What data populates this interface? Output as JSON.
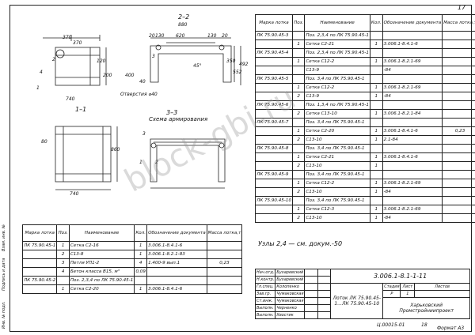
{
  "page_number": "17",
  "drawing_labels": {
    "section_22": "2–2",
    "section_11": "1–1",
    "section_33": "3–3",
    "reinforcement_scheme": "Схема армирования"
  },
  "dims": [
    "370",
    "370",
    "880",
    "620",
    "130",
    "130",
    "20",
    "20",
    "492",
    "552",
    "120",
    "200",
    "350",
    "40",
    "400",
    "45°",
    "740",
    "860",
    "80",
    "740",
    "2",
    "4",
    "1",
    "3",
    "1",
    "2",
    "3"
  ],
  "embed_note": "Отверстия ⌀40",
  "nodes_note": "Узлы 2,4 — см. докум.-50",
  "right_table": {
    "headers": [
      "Марка лотка",
      "Поз.",
      "Наименование",
      "Кол.",
      "Обозначение документа",
      "Масса лотка,т"
    ],
    "rows": [
      [
        "ЛК 75.90.45-3",
        "",
        "Поз. 2,3,4 по ЛК 75.90.45-1",
        "",
        "",
        ""
      ],
      [
        "",
        "1",
        "Сетка С2-21",
        "1",
        "3.006.1-8.4.1-6",
        ""
      ],
      [
        "ЛК 75.90.45-4",
        "",
        "Поз. 2,3,4 по ЛК 75.90.45-1",
        "",
        "",
        ""
      ],
      [
        "",
        "1",
        "Сетка С12-2",
        "1",
        "3.006.1-8.2.1-69",
        ""
      ],
      [
        "",
        "",
        "С13-9",
        "",
        "-84",
        ""
      ],
      [
        "ЛК 75.90.45-5",
        "",
        "Поз. 3,4 по ЛК 75.90.45-1",
        "",
        "",
        ""
      ],
      [
        "",
        "1",
        "Сетка С12-2",
        "1",
        "3.006.1-8.2.1-69",
        ""
      ],
      [
        "",
        "2",
        "С13-9",
        "1",
        "-84",
        ""
      ],
      [
        "ЛК 75.90.45-6",
        "",
        "Поз. 1,3,4 по ЛК 75.90.45-1",
        "",
        "",
        ""
      ],
      [
        "",
        "2",
        "Сетка С13-10",
        "1",
        "3.006.1-8.2.1-84",
        ""
      ],
      [
        "ЛК 75.90.45-7",
        "",
        "Поз. 3,4 по ЛК 75.90.45-1",
        "",
        "",
        ""
      ],
      [
        "",
        "1",
        "Сетка С2-20",
        "1",
        "3.006.1-8.4.1-6",
        "0,23"
      ],
      [
        "",
        "2",
        "С13-10",
        "1",
        "2.1-84",
        ""
      ],
      [
        "ЛК 75.90.45-8",
        "",
        "Поз. 3,4 по ЛК 75.90.45-1",
        "",
        "",
        ""
      ],
      [
        "",
        "1",
        "Сетка С2-21",
        "1",
        "3.006.1-8.4.1-6",
        ""
      ],
      [
        "",
        "2",
        "С13-10",
        "1",
        "",
        ""
      ],
      [
        "ЛК 75.90.45-9",
        "",
        "Поз. 3,4 по ЛК 75.90.45-1",
        "",
        "",
        ""
      ],
      [
        "",
        "1",
        "Сетка С12-2",
        "1",
        "3.006.1-8.2.1-69",
        ""
      ],
      [
        "",
        "2",
        "С13-10",
        "1",
        "-84",
        ""
      ],
      [
        "ЛК 75.90.45-10",
        "",
        "Поз. 3,4 по ЛК 75.90.45-1",
        "",
        "",
        ""
      ],
      [
        "",
        "1",
        "Сетка С12-3",
        "1",
        "3.006.1-8.2.1-69",
        ""
      ],
      [
        "",
        "2",
        "С13-10",
        "1",
        "-84",
        ""
      ]
    ]
  },
  "left_table": {
    "headers": [
      "Марка лотка",
      "Поз.",
      "Наименование",
      "Кол.",
      "Обозначение документа",
      "Масса лотка,т"
    ],
    "rows": [
      [
        "ЛК 75.90.45-1",
        "1",
        "Сетка С2-16",
        "1",
        "3.006.1-8.4.1-6",
        ""
      ],
      [
        "",
        "2",
        "С13-8",
        "1",
        "3.006.1-8.2.1-83",
        ""
      ],
      [
        "",
        "3",
        "Петля УП1-2",
        "4",
        "1.400-9 вып.1",
        "0,23"
      ],
      [
        "",
        "4",
        "Бетон класса В15, м³",
        "0,09",
        "",
        ""
      ],
      [
        "ЛК 75.90.45-2",
        "",
        "Поз. 2,3,4 по ЛК 75.90.45-1",
        "",
        "",
        ""
      ],
      [
        "",
        "1",
        "Сетка С2-20",
        "1",
        "3.006.1-8.4.1-6",
        ""
      ]
    ]
  },
  "stamp": {
    "code": "3.006.1-8.1-1-11",
    "title": "Лоток ЛК 75.90.45-1...ЛК 75.90.45-10",
    "stage_label": "Стадия",
    "sheet_label": "Лист",
    "sheets_label": "Листов",
    "stage": "Р",
    "sheet": "1",
    "org": "Харьковский Промстройниипроект",
    "signers": [
      [
        "Нач.отд.",
        "Бухаревский"
      ],
      [
        "Н.контр.",
        "Бухаревский"
      ],
      [
        "Гл.спец.",
        "Колопенко"
      ],
      [
        "Зав.гр.",
        "Чумаковская"
      ],
      [
        "Ст.инж.",
        "Чумаковская"
      ],
      [
        "Выполн.",
        "Черненко"
      ],
      [
        "Выполн.",
        "Хвостик"
      ]
    ]
  },
  "bottom": {
    "inv": "Ц.00015-01",
    "num": "18",
    "format": "Формат А3"
  },
  "sidebar": {
    "l1": "Инв. № подл.",
    "l2": "Подпись и дата",
    "l3": "Взам. инв. №"
  },
  "watermark": "block-gbi.ru"
}
